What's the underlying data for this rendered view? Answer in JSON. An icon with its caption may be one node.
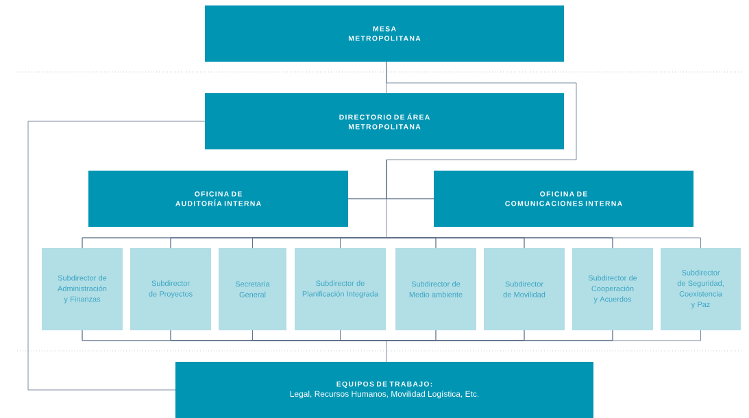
{
  "diagram": {
    "nodes": [
      {
        "text": [
          "MESA METROPOLITANA"
        ]
      },
      {
        "text": [
          "DIRECTORIO DE ÁREA METROPOLITANA"
        ]
      },
      {
        "text": [
          "OFICINA DE AUDITORÍA INTERNA"
        ]
      },
      {
        "text": [
          "OFICINA DE COMUNICACIONES INTERNA"
        ]
      },
      {
        "text": [
          "Subdirector de Administración y Finanzas"
        ]
      },
      {
        "text": [
          "Subdirector de Proyectos"
        ]
      },
      {
        "text": [
          "Secretaría General"
        ]
      },
      {
        "text": [
          "Subdirector de Planificación Integrada"
        ]
      },
      {
        "text": [
          "Subdirector de Medio ambiente"
        ]
      },
      {
        "text": [
          "Subdirector de Movilidad"
        ]
      },
      {
        "text": [
          "Subdirector de Cooperación y Acuerdos"
        ]
      },
      {
        "text": [
          "Subdirector de Seguridad, Coexistencia y Paz"
        ]
      },
      {
        "text": [
          "EQUIPOS DE TRABAJO:",
          "Legal, Recursos Humanos, Movilidad Logística, Etc."
        ]
      }
    ],
    "edges": [
      {
        "from": 0,
        "to": 1,
        "arrow": "none"
      },
      {
        "from": 0,
        "to": 2,
        "arrow": "none"
      },
      {
        "from": 0,
        "to": 3,
        "arrow": "none"
      },
      {
        "from": 0,
        "to": 4,
        "arrow": "none"
      },
      {
        "from": 0,
        "to": 5,
        "arrow": "none"
      },
      {
        "from": 0,
        "to": 6,
        "arrow": "none"
      },
      {
        "from": 0,
        "to": 7,
        "arrow": "none"
      },
      {
        "from": 0,
        "to": 8,
        "arrow": "none"
      },
      {
        "from": 0,
        "to": 9,
        "arrow": "none"
      },
      {
        "from": 0,
        "to": 10,
        "arrow": "none"
      },
      {
        "from": 0,
        "to": 11,
        "arrow": "none"
      },
      {
        "from": 1,
        "to": 12,
        "arrow": "none"
      },
      {
        "from": 4,
        "to": 12,
        "arrow": "none"
      },
      {
        "from": 5,
        "to": 12,
        "arrow": "none"
      },
      {
        "from": 6,
        "to": 12,
        "arrow": "none"
      },
      {
        "from": 7,
        "to": 12,
        "arrow": "none"
      },
      {
        "from": 8,
        "to": 12,
        "arrow": "none"
      },
      {
        "from": 9,
        "to": 12,
        "arrow": "none"
      },
      {
        "from": 10,
        "to": 12,
        "arrow": "none"
      },
      {
        "from": 11,
        "to": 12,
        "arrow": "none"
      }
    ]
  }
}
